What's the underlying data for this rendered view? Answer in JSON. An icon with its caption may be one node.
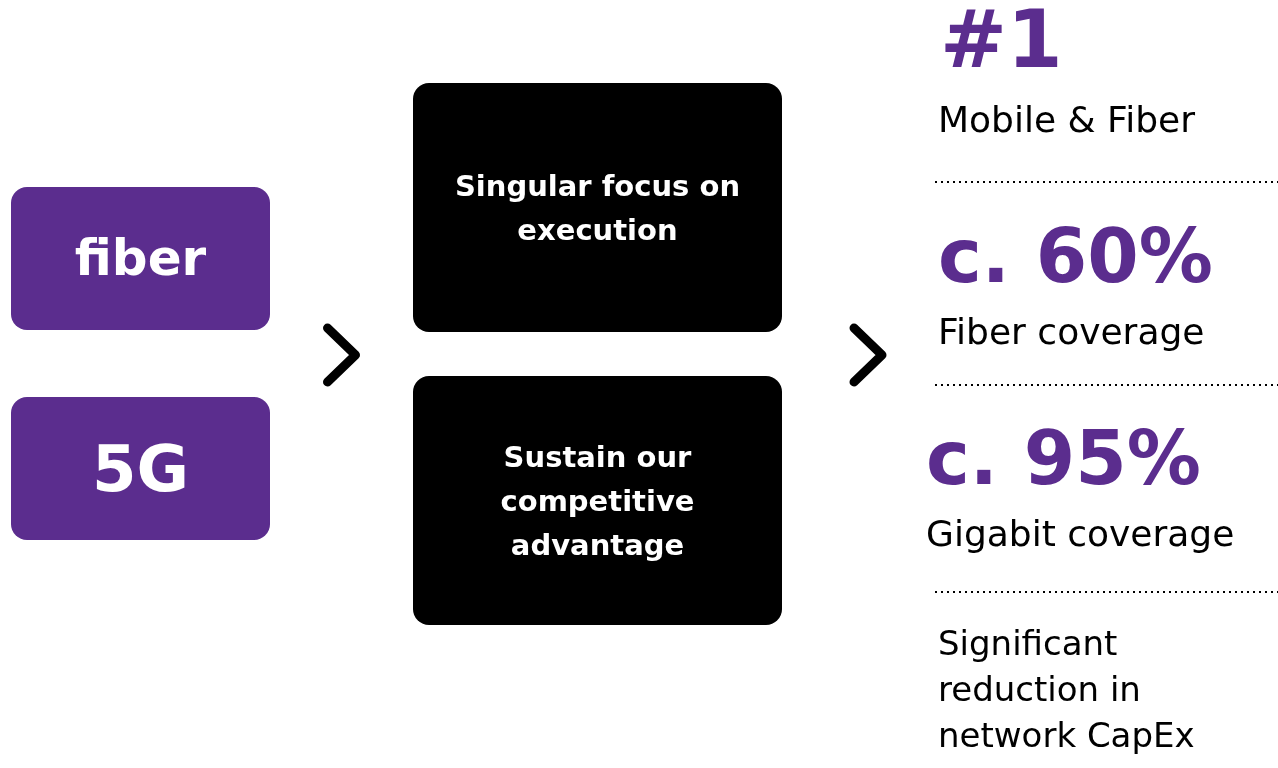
{
  "diagram": {
    "nodes": [
      {
        "text": [
          "fiber"
        ]
      },
      {
        "text": [
          "5G"
        ]
      },
      {
        "text": [
          "Singular focus on execution"
        ]
      },
      {
        "text": [
          "Sustain our competitive advantage"
        ]
      }
    ],
    "edges": [
      {
        "from": 0,
        "to": 2,
        "arrow": "to"
      },
      {
        "from": 1,
        "to": 3,
        "arrow": "to"
      }
    ],
    "labels": [
      "#1",
      "Mobile & Fiber",
      "c. 60%",
      "Fiber coverage",
      "c. 95%",
      "Gigabit coverage",
      "Significant reduction in network CapEx"
    ]
  }
}
